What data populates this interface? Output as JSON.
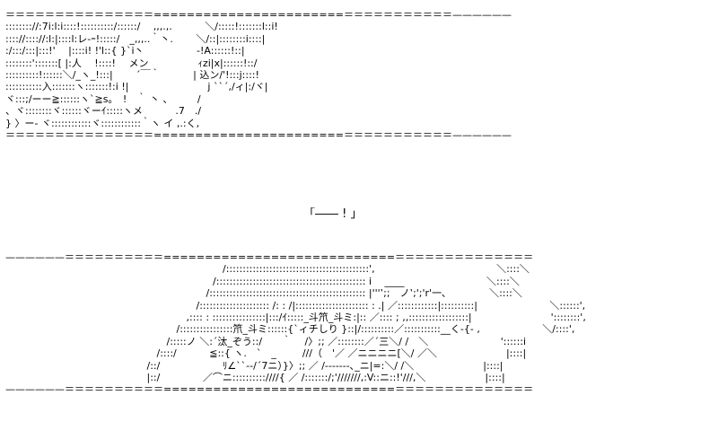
{
  "panel_top": {
    "lines": [
      "＝＝＝＝＝＝＝＝＝＝＝＝＝＝＝=======================＝＝＝＝＝＝＝＝＝＝＝——————",
      ":::::::://:7i:l:i::::!::::::::::/::::::/　 ,,,.,.　　　 ＼/:::::!:::::::l::i!",
      ":::://:::://:l:|::::l:レ-ｰ!:::::/　_,,,..｀丶.　　 ＼/::|::::::::i::::|",
      ":/:::/:::|:::!'　 |::::i! !'l::{ }`i丶　　　　　 -!A::::::!::|",
      "::::::::':::::::[ |:人 　!::::!　 メン　　　　　ｨzi|x|::::::!::/",
      "::::::::::!::::::＼/_ヽ_!:::|　　 ´￣｀　　　 | 込ン/'!:::j::::!",
      ":::::::::::入:::::::ヽ:::::::!:i !|　　　　　　　　j ``´,/ィ|:/ヾ|",
      "ヾ:::;/ーー≧::::::ヽ`≧s。　!　｀ 丶 、　　　/",
      "、ヾ::::::::ヾ::::::ヾーｲ:::::ヽメ　　　 .7　./",
      "} 〉ー‐ ヾ::::::::::::ヾ::::::::::::｀ヽ イ ,.:く,",
      "＝＝＝＝＝＝＝＝＝＝＝＝＝＝＝=======================＝＝＝＝＝＝＝＝＝＝＝——————"
    ]
  },
  "speech": {
    "text": "「―― ! 」"
  },
  "panel_bottom": {
    "lines": [
      "——————＝＝＝＝＝＝＝＝＝＝============================＝＝＝＝＝＝＝＝＝＝＝＝＝＝",
      "　　　　　　　　　　　　　　　　　　　　　　/:::::::::::::::::::::::::::::::::::::::::::',　　　　　　　　　　　　 ＼::::＼",
      "　　　　　　　　　　　　　　　　　　　　　/::::::::::::::::::::::::::::::::::::::::::::: i　 ____　　　　　　　　 ＼::::＼",
      "　　　　　　　　　　　　　　　　　　　　 /::::::::::::::::::::::::::::::::::::::::::::::: |'''‛;;　ノ‛;';'r'一､　　　　 ＼::::＼",
      "　　　　　　　　　　　　　　　　　　　 /::::::::::::::::::::: /: : /|:::::::::::::::::::::: : .| ／::::::::::::|::::::::::|　　　　　　　 ＼::::::',",
      "　　　　　　　　　　　　　　　　　　 ,:::: : ::::::::::::::::|:::/ｲ:::::_斗笊_斗ミ:|:: ／:::: ; ,,::::::::::::::::::|　　　　　　　　'::::::::',",
      "　　　　　　　　　　　　　　　　　 /::::::::::::::::笊_斗ミ::::::{`ィチしり }::|/::::::::::／:::::::::::__く‐{‐ ,　　　　　　 ＼/::::',",
      "　　　　　　　　　　　　　　　　 /:::::ノ ＼:´汰_ぞう::/　　｀　 /〉;; ／::::::::／´三＼/ /　＼　　　　　　　 '::::::i",
      "　　　　　　　　　　　　　　　 /::::/　　　 ≦::{ ヽ.　`　_　 　 ///（　'／ ／ニニニニ[＼/ ／＼　　　　　　　|::::|",
      "　　　　　　　　　　　　　　 /::/　　　　　　 ﾘ∠``‐‐/´7ニ）}〉;; ／ /‐‐‐‐‐‐-､_ニ|=:＼/ /＼　　　　　　　|::::|",
      "　　　　　　　　　　　　　　 |::/　　　　 ／⌒ニ::::::::::////{ ／ /:::::::/;'///////,:V::ニ::!'///,＼　　　　　　|::::|",
      "——————＝＝＝＝＝＝＝＝＝＝============================＝＝＝＝＝＝＝＝＝＝＝＝＝＝"
    ]
  }
}
